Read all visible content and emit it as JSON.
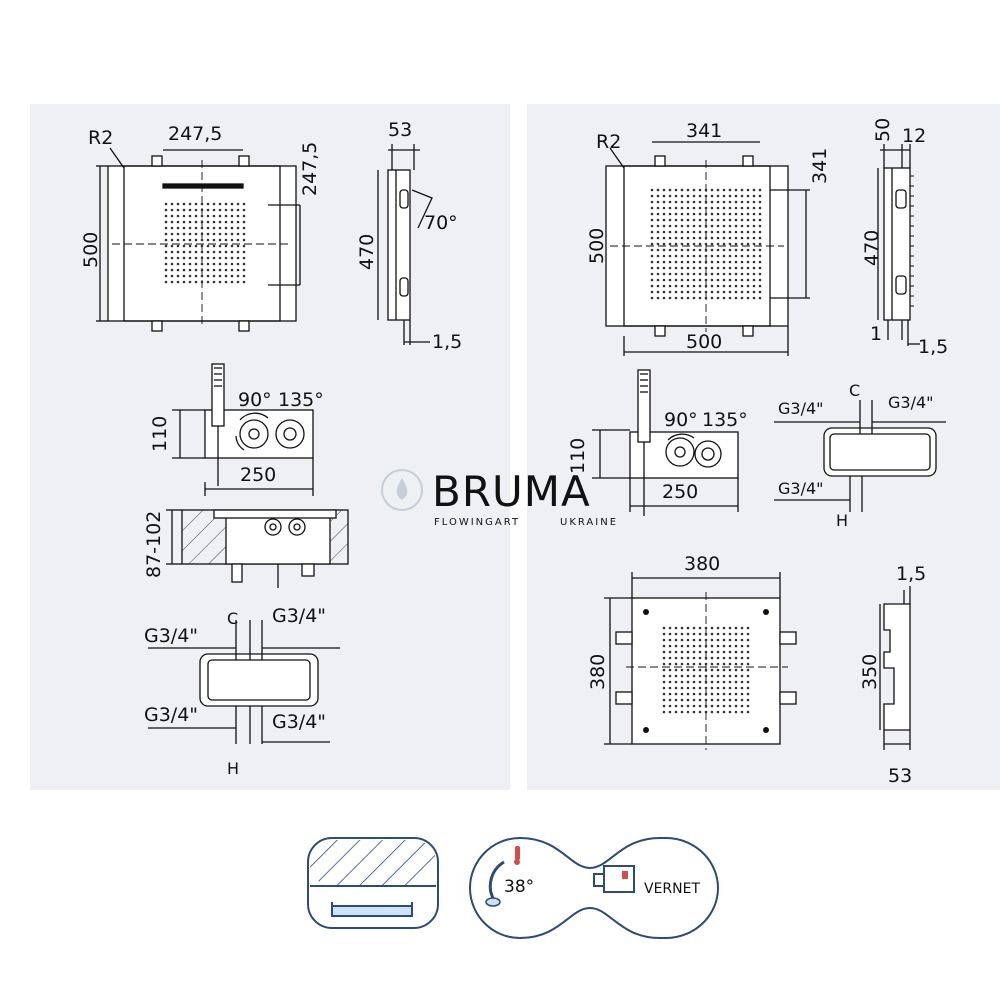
{
  "left_panel": {
    "top_view": {
      "radius": "R2",
      "top_width": "247,5",
      "right_height": "247,5",
      "overall_height": "500"
    },
    "side_view": {
      "depth": "53",
      "height": "470",
      "angle": "70°",
      "thickness": "1,5"
    },
    "mixer": {
      "angle_a": "90°",
      "angle_b": "135°",
      "height": "110",
      "width": "250"
    },
    "installation": {
      "depth_range": "87-102"
    },
    "connections": {
      "thread_top_left": "G3/4\"",
      "thread_top_right": "G3/4\"",
      "thread_bottom_left": "G3/4\"",
      "thread_bottom_right": "G3/4\"",
      "label_cold": "C",
      "label_hot": "H"
    }
  },
  "right_panel": {
    "top_view": {
      "radius": "R2",
      "top_width": "341",
      "right_height": "341",
      "overall_height": "500",
      "overall_width": "500"
    },
    "side_view": {
      "depth": "50",
      "offset": "12",
      "height": "470",
      "gap": "1",
      "thickness": "1,5"
    },
    "mixer": {
      "angle_a": "90°",
      "angle_b": "135°",
      "height": "110",
      "width": "250"
    },
    "connections": {
      "thread_top_left": "G3/4\"",
      "thread_top_right": "G3/4\"",
      "thread_bottom_left": "G3/4\"",
      "label_cold": "C",
      "label_hot": "H"
    },
    "small_view": {
      "width": "380",
      "height": "380"
    },
    "small_side_view": {
      "thickness": "1,5",
      "height": "350",
      "depth": "53"
    }
  },
  "watermark": {
    "brand": "BRUMA",
    "tagline": "FLOWINGART",
    "region": "UKRAINE"
  },
  "badges": {
    "temperature": "38°",
    "brand_label": "VERNET"
  },
  "colors": {
    "panel_bg": "#eef0f4",
    "line": "#111111",
    "badge_blue": "#2c4a7a",
    "badge_light": "#cfe3f6",
    "thermo_red": "#d9484a"
  }
}
